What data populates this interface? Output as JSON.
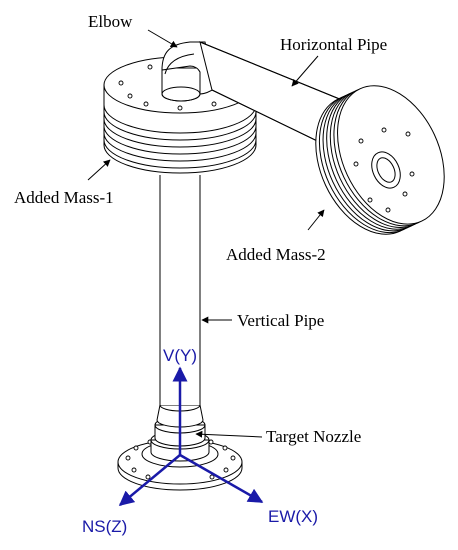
{
  "labels": {
    "elbow": "Elbow",
    "horizontal_pipe": "Horizontal Pipe",
    "added_mass_1": "Added Mass-1",
    "added_mass_2": "Added Mass-2",
    "vertical_pipe": "Vertical Pipe",
    "target_nozzle": "Target Nozzle"
  },
  "axes": {
    "vertical": "V(Y)",
    "ns": "NS(Z)",
    "ew": "EW(X)",
    "color": "#1a1aa8"
  }
}
